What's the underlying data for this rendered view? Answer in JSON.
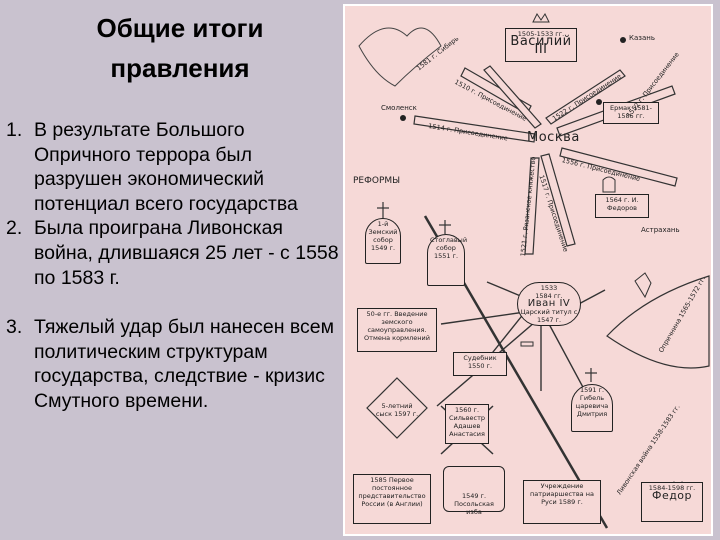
{
  "slide": {
    "title_line1": "Общие итоги",
    "title_line2": "правления",
    "items": [
      {
        "num": "1.",
        "text": "В результате Большого Опричного террора был разрушен экономический потенциал всего государства"
      },
      {
        "num": "2.",
        "text": "Была проиграна Ливонская война, длившаяся 25 лет - с 1558 по 1583 г."
      },
      {
        "num": "3.",
        "text": " Тяжелый удар был нанесен всем политическим структурам государства, следствие - кризис Смутного времени."
      }
    ]
  },
  "map": {
    "vasily_years": "1505-1533 гг.",
    "vasily_name": "Василий III",
    "kazan": "Казань",
    "moscow": "Москва",
    "smolensk": "Смоленск",
    "reforms": "РЕФОРМЫ",
    "ivan_years1": "1533",
    "ivan_years2": "1584 гг.",
    "ivan_name": "Иван IV",
    "ivan_sub": "Царский титул с 1547 г.",
    "astrakhan": "Астрахань",
    "fedorov": "1564 г. И. Федоров",
    "yermak": "Ермак 1581-1585 гг.",
    "sobor": "1-й Земский собор 1549 г.",
    "stoglav": "Стоглавый собор 1551 г.",
    "reform50": "50-е гг. Введение земского самоуправления. Отмена кормлений",
    "sudebnik": "Судебник 1550 г.",
    "sysk": "5-летний сыск 1597 г.",
    "dmitry": "1591 г. Гибель царевича Дмитрия",
    "sibir": "1581 г. Сибирь",
    "fedor_years": "1584-1598 гг.",
    "fedor_name": "Федор",
    "patriarch": "Учреждение патриаршества на Руси 1589 г.",
    "embassy": "1549 г. Посольская изба",
    "first_embassy": "1585 Первое постоянное представительство России (в Англии)",
    "adashev": "1560 г. Сильвестр Адашев Анастасия",
    "route1": "1514 г. Присоединение",
    "route2": "1510 г. Присоединение",
    "route3": "1522 г. Присоединение",
    "route4": "1552 г. Присоединение",
    "route5": "1556 г. Присоединение",
    "route6": "1517 г. Присоединение",
    "route7": "1521 г. Рязанское княжество",
    "livonian": "Ливонская война 1558-1583 гг.",
    "oprichnina": "Опричнина 1565-1572 гг."
  }
}
